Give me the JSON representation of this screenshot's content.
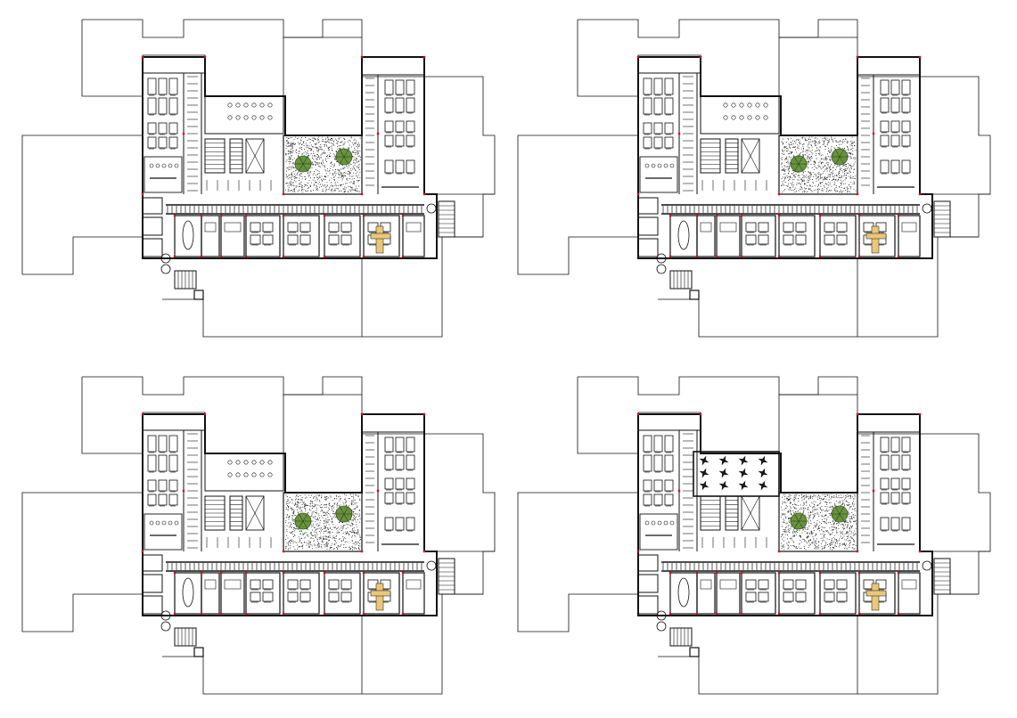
{
  "sheet": {
    "background": "#ffffff",
    "line_color": "#111111",
    "accent_color": "#e0001b",
    "hatch_color": "#222222",
    "tree_color": "#5c8a2e",
    "desk_color": "#e8c77a"
  },
  "plans": [
    {
      "variant": "floor-plan-1",
      "show_atrium_trees": true,
      "upper_block": "offices"
    },
    {
      "variant": "floor-plan-2",
      "show_atrium_trees": true,
      "upper_block": "offices"
    },
    {
      "variant": "floor-plan-3",
      "show_atrium_trees": true,
      "upper_block": "offices"
    },
    {
      "variant": "floor-plan-4",
      "show_atrium_trees": true,
      "upper_block": "planted-terrace"
    }
  ]
}
